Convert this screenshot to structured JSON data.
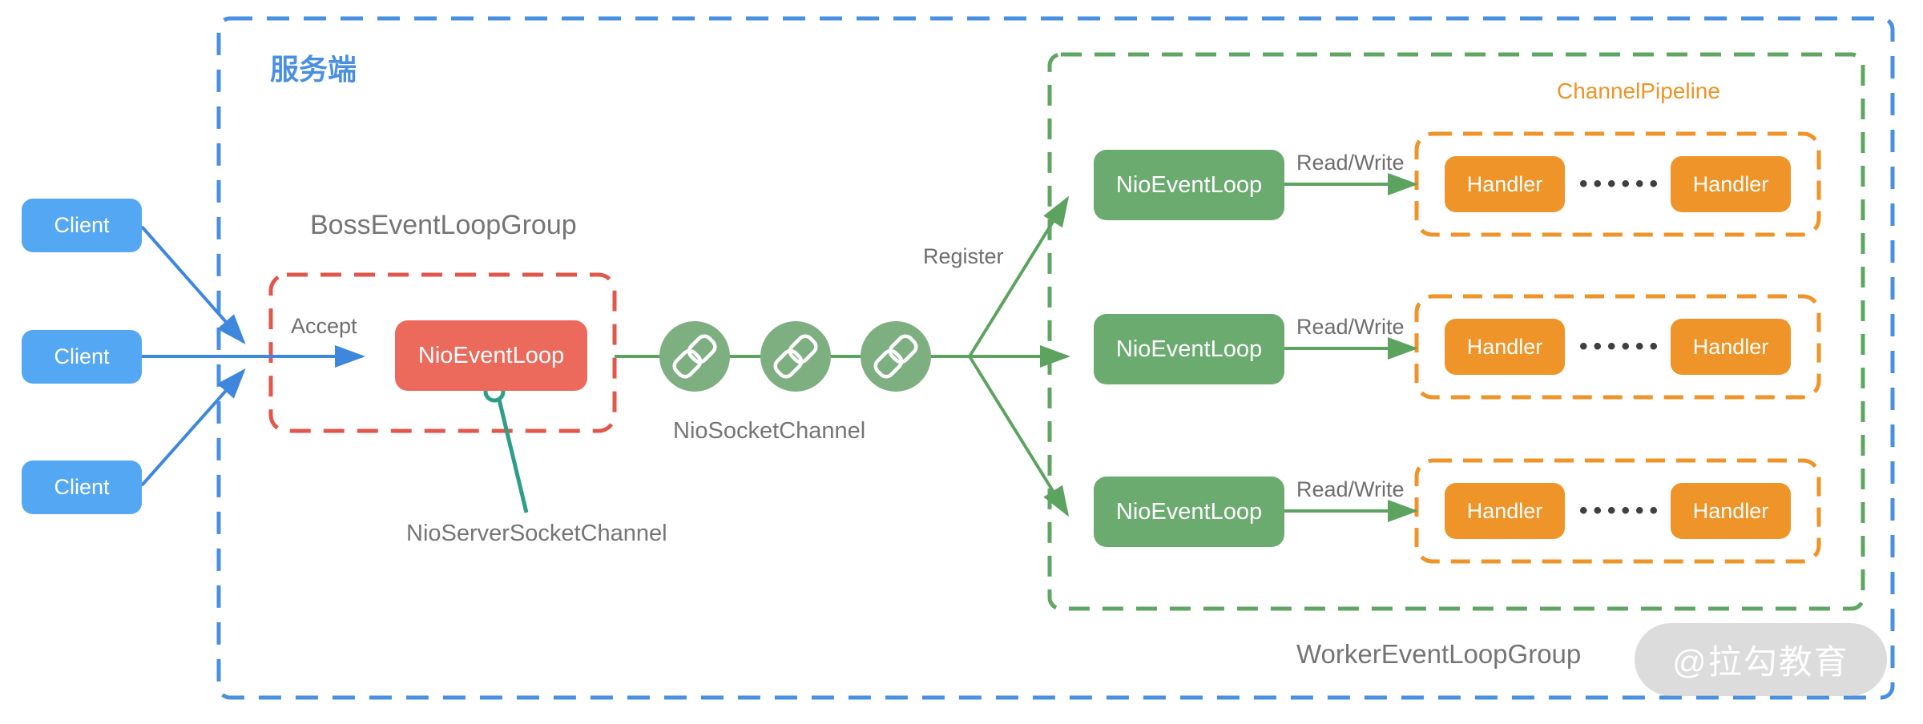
{
  "server_group": {
    "label": "服务端"
  },
  "clients": [
    {
      "label": "Client"
    },
    {
      "label": "Client"
    },
    {
      "label": "Client"
    }
  ],
  "boss": {
    "title": "BossEventLoopGroup",
    "accept_label": "Accept",
    "event_loop": "NioEventLoop",
    "server_socket_channel_label": "NioServerSocketChannel"
  },
  "channel": {
    "socket_channel_label": "NioSocketChannel",
    "register_label": "Register",
    "chain_icon": "chain-link-icon",
    "chain_count": 3
  },
  "worker": {
    "title": "WorkerEventLoopGroup",
    "pipeline_title": "ChannelPipeline",
    "rows": [
      {
        "event_loop": "NioEventLoop",
        "io_label": "Read/Write",
        "handler_left": "Handler",
        "handler_right": "Handler",
        "ellipsis": "••••••"
      },
      {
        "event_loop": "NioEventLoop",
        "io_label": "Read/Write",
        "handler_left": "Handler",
        "handler_right": "Handler",
        "ellipsis": "••••••"
      },
      {
        "event_loop": "NioEventLoop",
        "io_label": "Read/Write",
        "handler_left": "Handler",
        "handler_right": "Handler",
        "ellipsis": "••••••"
      }
    ]
  },
  "watermark": {
    "label": "@拉勾教育"
  },
  "colors": {
    "blue_border": "#4A90E2",
    "client_blue": "#54A7F2",
    "arrow_blue": "#3E87DC",
    "red_border": "#E2574B",
    "red_fill": "#EB6A5C",
    "green_fill": "#6BAB70",
    "green_line": "#5CA360",
    "green_border": "#5FA663",
    "chain_circle_green": "#7EAF81",
    "teal_connector": "#2E9E86",
    "orange": "#EE9428",
    "gray_text": "#757575",
    "dots_color": "#3C4043",
    "watermark_bg": "#BFBFBF"
  }
}
